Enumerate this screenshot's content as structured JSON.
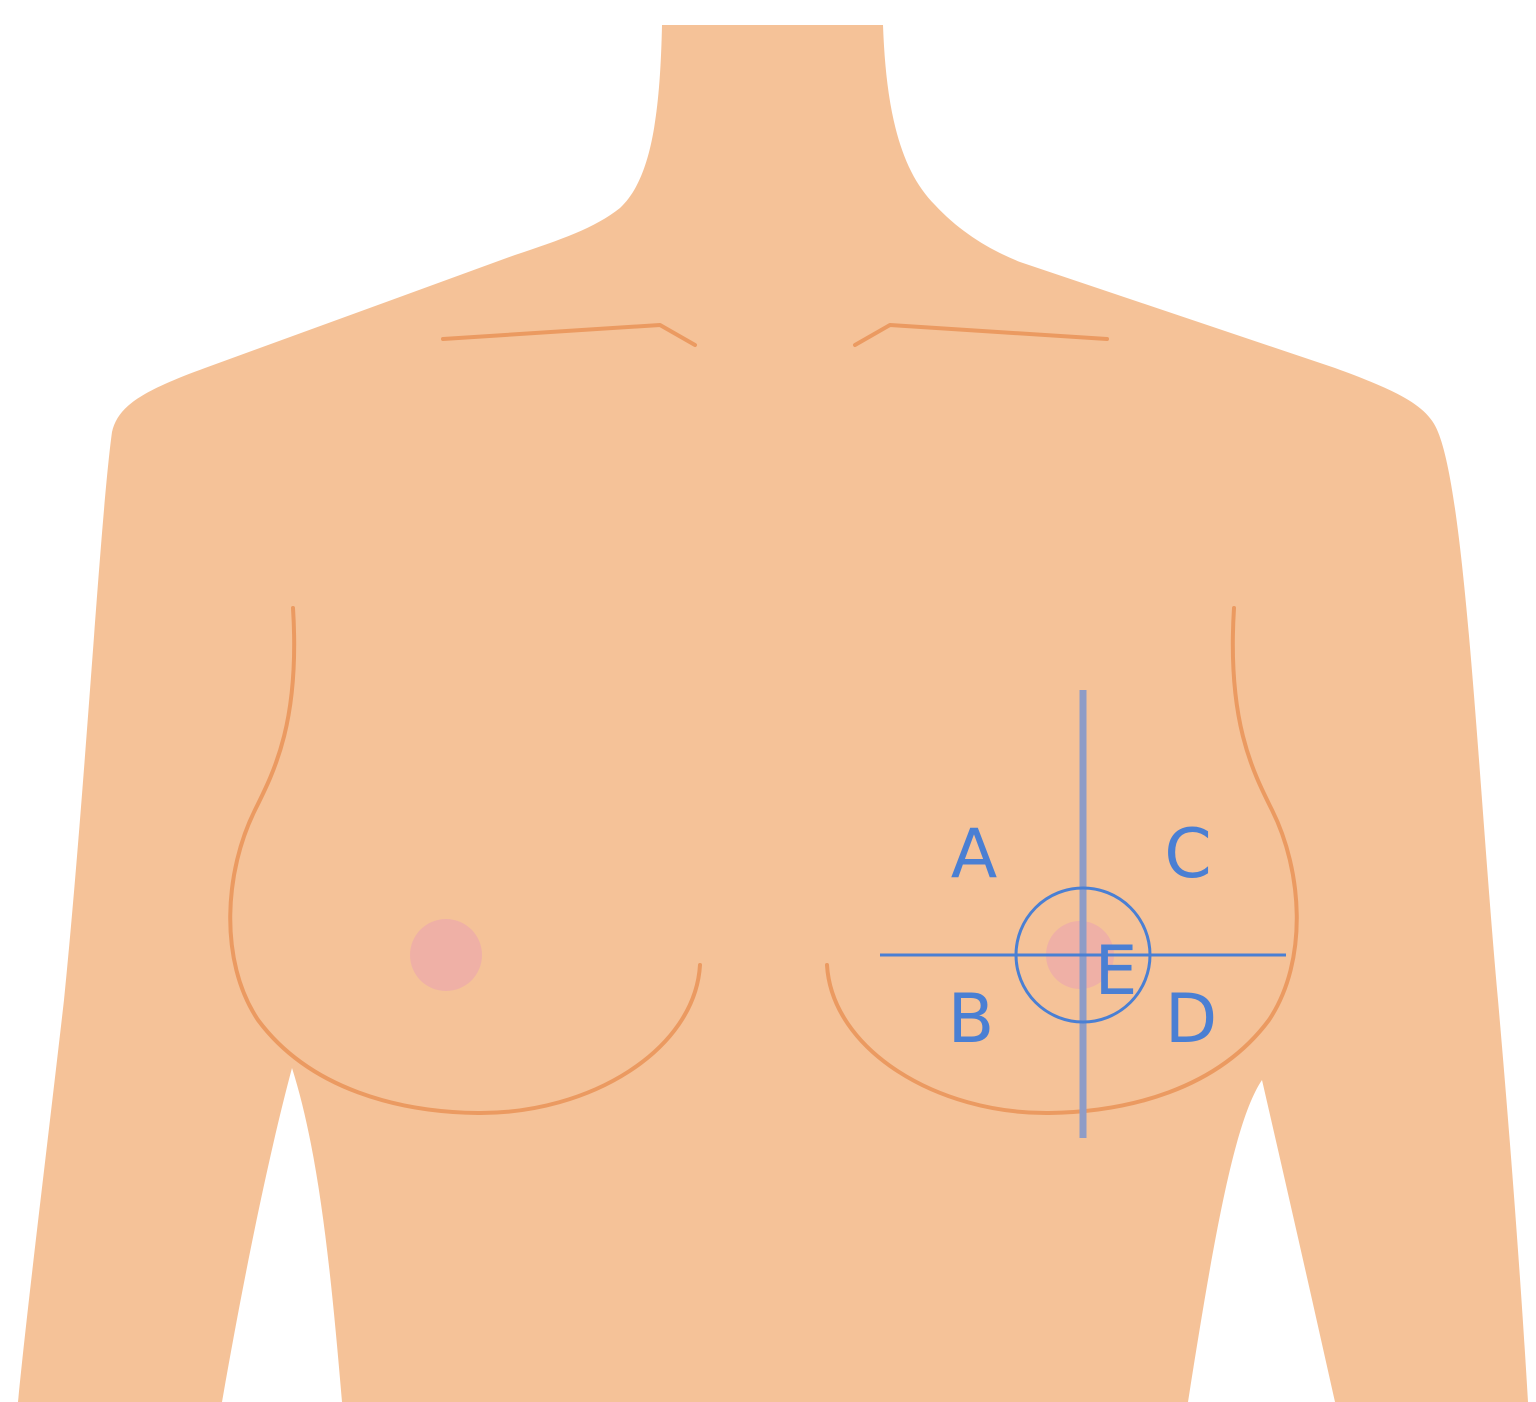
{
  "colors": {
    "background": "#ffffff",
    "skin": "#f5c298",
    "contour": "#eb9a61",
    "nipple": "#efb0a6",
    "marker": "#4a7fd3",
    "axis_vertical": "#8f9cc6"
  },
  "quadrant_labels": {
    "a": "A",
    "b": "B",
    "c": "C",
    "d": "D",
    "e": "E"
  }
}
